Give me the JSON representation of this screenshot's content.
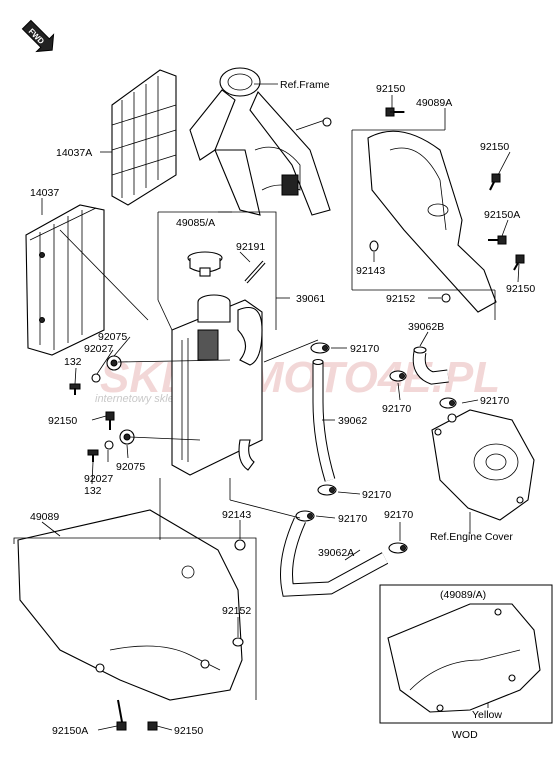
{
  "badge": {
    "fwd": "FWD"
  },
  "watermark": {
    "site": "SKLEPMOTO4E.PL",
    "tagline": "internetowy sklep motocyklowy"
  },
  "labels": {
    "ref_frame": "Ref.Frame",
    "p92150_top": "92150",
    "p49089A_top": "49089A",
    "p14037A": "14037A",
    "p92150_right1": "92150",
    "p14037": "14037",
    "p49085A": "49085/A",
    "p92191": "92191",
    "p92150A_right": "92150A",
    "p39061": "39061",
    "p92143_right": "92143",
    "p92150_right2": "92150",
    "p92152_right": "92152",
    "p92075_upper": "92075",
    "p92027_upper": "92027",
    "p132_upper": "132",
    "p39062B": "39062B",
    "p92170_a": "92170",
    "p92170_b": "92170",
    "p92170_c": "92170",
    "p92150_left": "92150",
    "p39062": "39062",
    "p92075_lower": "92075",
    "p92027_lower": "92027",
    "p132_lower": "132",
    "p92170_d": "92170",
    "ref_engine_cover": "Ref.Engine Cover",
    "p49089": "49089",
    "p92143_lower": "92143",
    "p92170_e": "92170",
    "p92170_f": "92170",
    "p39062A": "39062A",
    "p92152_lower": "92152",
    "inset_title": "(49089/A)",
    "yellow": "Yellow",
    "wod": "WOD",
    "p92150A_bottom": "92150A",
    "p92150_bottom": "92150"
  }
}
